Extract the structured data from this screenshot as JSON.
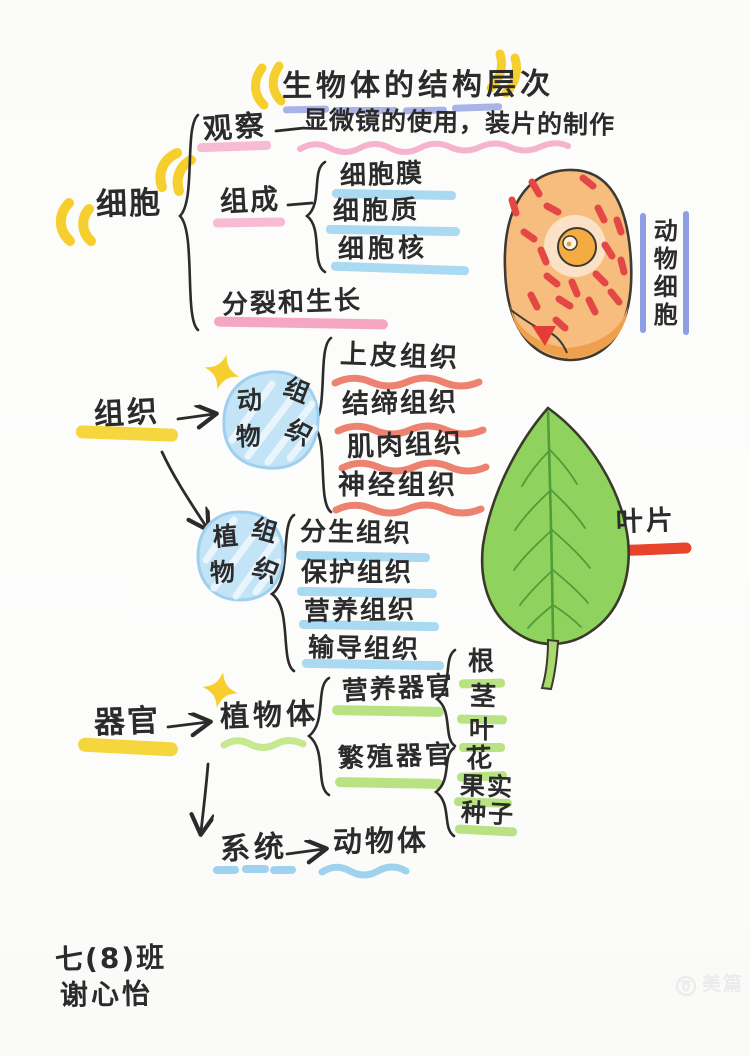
{
  "title": {
    "text": "生物体的结构层次"
  },
  "cell": {
    "label": "细胞",
    "observe": {
      "label": "观察",
      "detail": "显微镜的使用，装片的制作"
    },
    "composition": {
      "label": "组成",
      "items": [
        "细胞膜",
        "细胞质",
        "细胞核"
      ]
    },
    "growth": {
      "label": "分裂和生长"
    }
  },
  "tissue": {
    "label": "组织",
    "animal": {
      "chars": [
        "动",
        "组",
        "物",
        "织"
      ],
      "items": [
        "上皮组织",
        "结缔组织",
        "肌肉组织",
        "神经组织"
      ]
    },
    "plant": {
      "chars": [
        "植",
        "组",
        "物",
        "织"
      ],
      "items": [
        "分生组织",
        "保护组织",
        "营养组织",
        "输导组织"
      ]
    }
  },
  "organ": {
    "label": "器官",
    "plant_body": {
      "label": "植物体",
      "vegetative": {
        "label": "营养器官",
        "items": [
          "根",
          "茎",
          "叶"
        ]
      },
      "reproductive": {
        "label": "繁殖器官",
        "items": [
          "花",
          "果实",
          "种子"
        ]
      }
    },
    "system": {
      "label": "系统",
      "arrow_target": "动物体"
    }
  },
  "figures": {
    "animal_cell_caption": "动物细胞",
    "leaf_caption": "叶片"
  },
  "signature": {
    "class_line": "七(8)班",
    "name_line": "谢心怡"
  },
  "watermark": {
    "text": "美篇"
  },
  "colors": {
    "ink": "#2b2b2b",
    "yellow": "#f6d32e",
    "pink": "#f7bcd4",
    "rose": "#f5a6c3",
    "periwinkle": "#a9b3e8",
    "light_blue": "#aad9f2",
    "salmon": "#ee8270",
    "green": "#b9e383",
    "red": "#e8432b",
    "blue_bar": "#8d9ee4",
    "blob_blue": "#c3e3f6",
    "cell_orange": "#f7bd7e",
    "leaf_green": "#8fd35e"
  }
}
